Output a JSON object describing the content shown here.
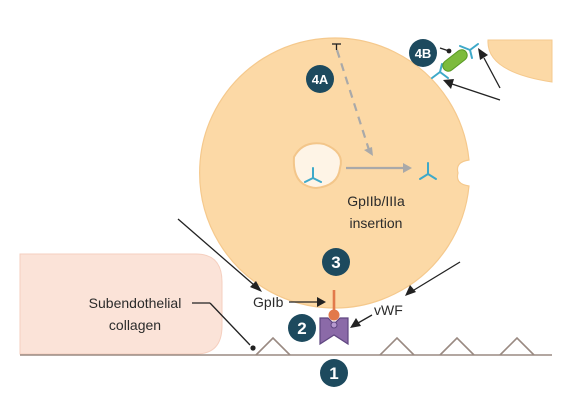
{
  "labels": {
    "collagen_line1": "Subendothelial",
    "collagen_line2": "collagen",
    "gpib": "GpIb",
    "vwf": "vWF",
    "insertion_line1": "GpIIb/IIIa",
    "insertion_line2": "insertion"
  },
  "steps": {
    "s1": "1",
    "s2": "2",
    "s3": "3",
    "s4a": "4A",
    "s4b": "4B"
  },
  "colors": {
    "platelet": "#fcd9a6",
    "platelet_edge": "#f5c98d",
    "tissue": "#fbe3d8",
    "tissue_edge": "#f5cfbf",
    "badge": "#1d4a5e",
    "receptor": "#3ea9c9",
    "vwf": "#8b6aa8",
    "gpib": "#e2794a",
    "agonist": "#7dbb3c",
    "collagen_line": "#9a8a82",
    "arrow": "#222222",
    "dashed": "#a9a9a9"
  },
  "icons": {
    "vwf": "vwf-molecule-icon",
    "gpib": "gpib-receptor-icon",
    "receptor": "gpiib-iiia-receptor-icon",
    "agonist": "agonist-molecule-icon"
  }
}
